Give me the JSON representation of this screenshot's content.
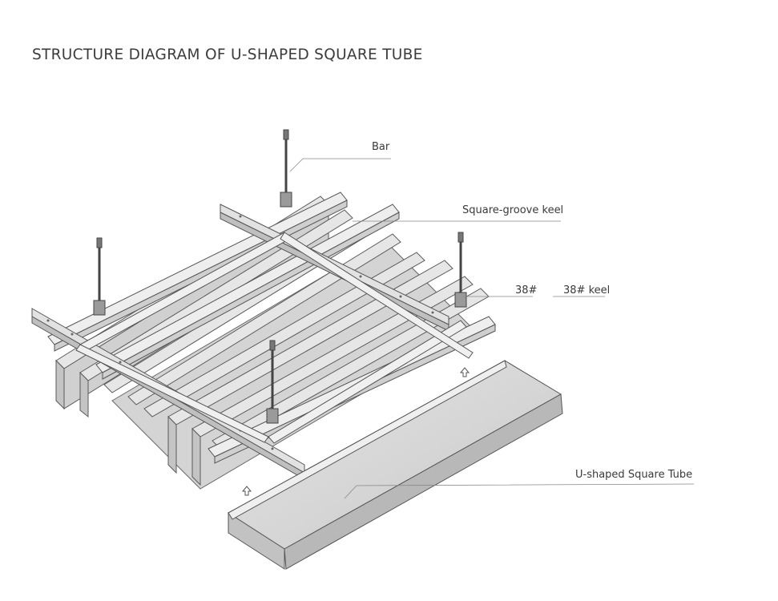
{
  "title": "STRUCTURE DIAGRAM OF U-SHAPED SQUARE TUBE",
  "labels": {
    "bar": "Bar",
    "square_groove_keel": "Square-groove keel",
    "keel_38_short": "38#",
    "keel_38": "38# keel",
    "u_tube": "U-shaped Square Tube"
  },
  "colors": {
    "line": "#555555",
    "panel": "#d9d9d9",
    "panel_light": "#e8e8e8",
    "panel_dark": "#b9b9b9",
    "leader": "#777777"
  }
}
